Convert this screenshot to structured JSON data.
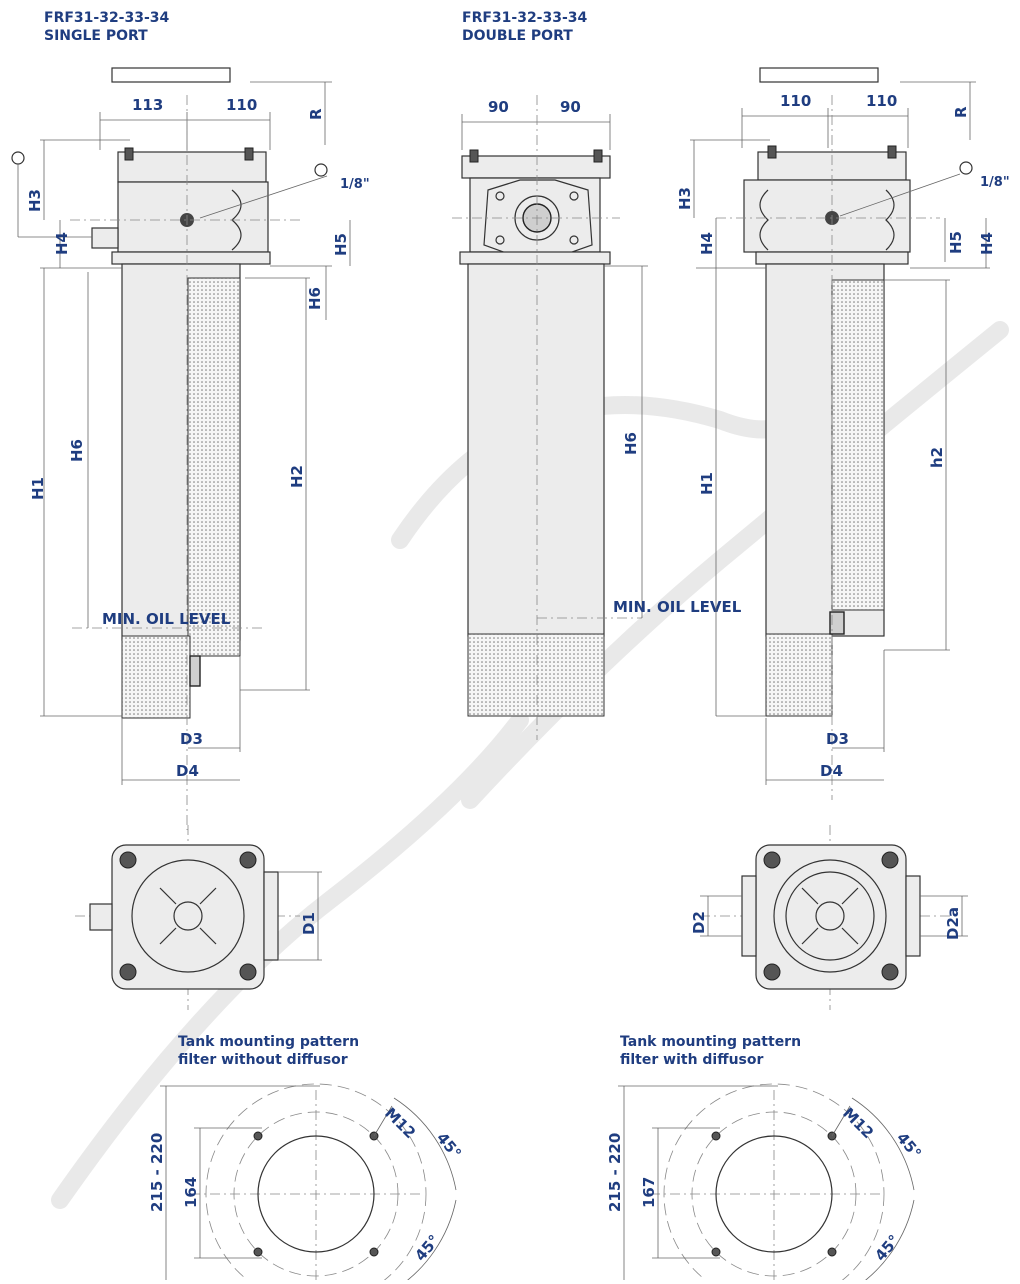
{
  "views": {
    "single_port": {
      "title_line1": "FRF31-32-33-34",
      "title_line2": "SINGLE PORT",
      "dims": {
        "left": "113",
        "right": "110",
        "R": "R",
        "H3": "H3",
        "H4": "H4",
        "H5": "H5",
        "H6_top": "H6",
        "H6_side": "H6",
        "H1": "H1",
        "H2": "H2",
        "D3": "D3",
        "D4": "D4",
        "port": "1/8\""
      },
      "min_oil_level": "MIN. OIL LEVEL"
    },
    "double_port": {
      "title_line1": "FRF31-32-33-34",
      "title_line2": "DOUBLE PORT",
      "dims": {
        "left": "90",
        "right": "90",
        "H6": "H6"
      },
      "min_oil_level": "MIN. OIL LEVEL"
    },
    "diffusor_view": {
      "dims": {
        "left": "110",
        "right": "110",
        "R": "R",
        "H3": "H3",
        "H4": "H4",
        "H5": "H5",
        "H4_right": "H4",
        "H1": "H1",
        "h2": "h2",
        "D3": "D3",
        "D4": "D4",
        "port": "1/8\""
      }
    },
    "top_view_left": {
      "D1": "D1"
    },
    "top_view_right": {
      "D2": "D2",
      "D2a": "D2a"
    }
  },
  "mounting": {
    "left": {
      "caption_line1": "Tank mounting pattern",
      "caption_line2": "filter without diffusor",
      "outer": "215 - 220",
      "inner": "164",
      "thread": "M12",
      "angle_top": "45°",
      "angle_bottom": "45°"
    },
    "right": {
      "caption_line1": "Tank mounting pattern",
      "caption_line2": "filter with diffusor",
      "outer": "215 - 220",
      "inner": "167",
      "thread": "M12",
      "angle_top": "45°",
      "angle_bottom": "45°"
    }
  },
  "colors": {
    "label": "#1f3d80",
    "line": "#333333"
  }
}
